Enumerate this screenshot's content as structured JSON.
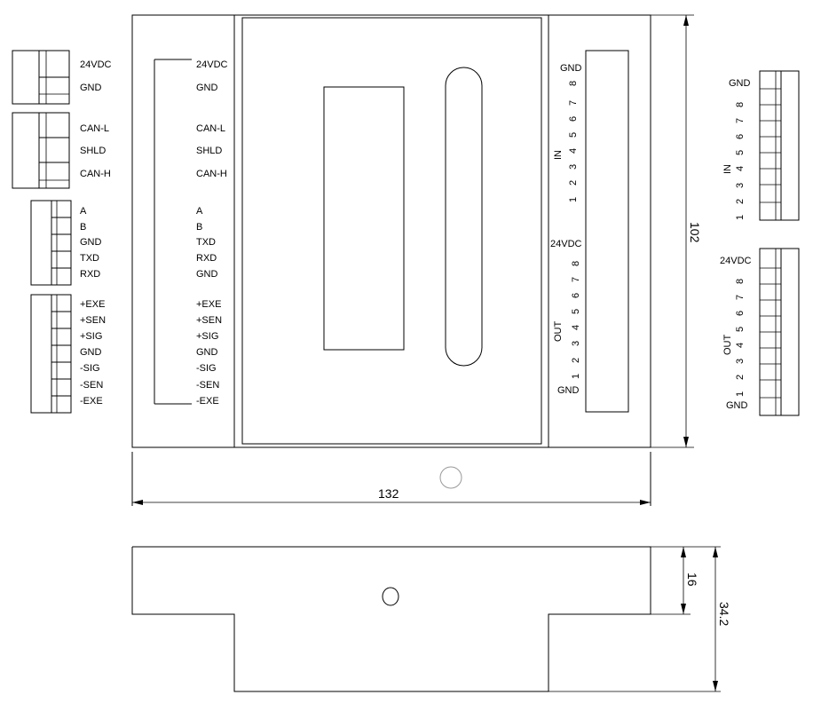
{
  "left_connectors": {
    "power": [
      "24VDC",
      "GND"
    ],
    "can": [
      "CAN-L",
      "SHLD",
      "CAN-H"
    ],
    "serial": [
      "A",
      "B",
      "GND",
      "TXD",
      "RXD"
    ],
    "sensor": [
      "+EXE",
      "+SEN",
      "+SIG",
      "GND",
      "-SIG",
      "-SEN",
      "-EXE"
    ]
  },
  "board_left_labels": {
    "power": [
      "24VDC",
      "GND"
    ],
    "can": [
      "CAN-L",
      "SHLD",
      "CAN-H"
    ],
    "serial": [
      "A",
      "B",
      "TXD",
      "RXD",
      "GND"
    ],
    "sensor": [
      "+EXE",
      "+SEN",
      "+SIG",
      "GND",
      "-SIG",
      "-SEN",
      "-EXE"
    ]
  },
  "board_right": {
    "in_top": "GND",
    "in_numbers": [
      "8",
      "7",
      "6",
      "5",
      "4",
      "3",
      "2",
      "1"
    ],
    "in_label": "IN",
    "out_top": "24VDC",
    "out_numbers": [
      "8",
      "7",
      "6",
      "5",
      "4",
      "3",
      "2",
      "1"
    ],
    "out_label": "OUT",
    "out_bottom": "GND"
  },
  "right_connectors": {
    "in_top": "GND",
    "in_numbers": [
      "8",
      "7",
      "6",
      "5",
      "4",
      "3",
      "2",
      "1"
    ],
    "in_label": "IN",
    "out_top": "24VDC",
    "out_numbers": [
      "8",
      "7",
      "6",
      "5",
      "4",
      "3",
      "2",
      "1"
    ],
    "out_label": "OUT",
    "out_bottom": "GND"
  },
  "dimensions": {
    "width": "132",
    "height": "102",
    "step_depth": "16",
    "total_depth": "34.2"
  }
}
